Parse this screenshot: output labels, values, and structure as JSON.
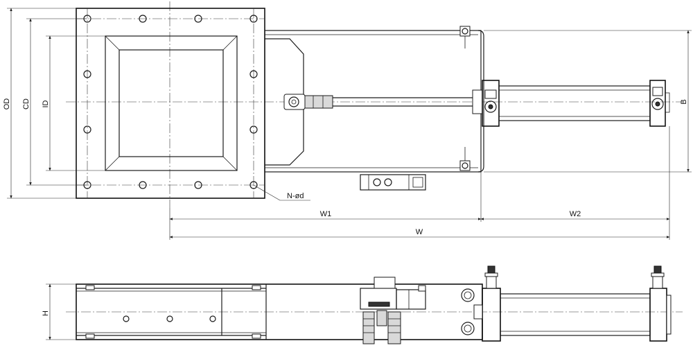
{
  "dimensions": {
    "od": "OD",
    "cd": "CD",
    "id": "ID",
    "b": "B",
    "h": "H",
    "w": "W",
    "w1": "W1",
    "w2": "W2",
    "holes": "N-ød"
  },
  "colors": {
    "line": "#1a1a1a",
    "background": "#ffffff",
    "shade": "#d9d9d9"
  }
}
